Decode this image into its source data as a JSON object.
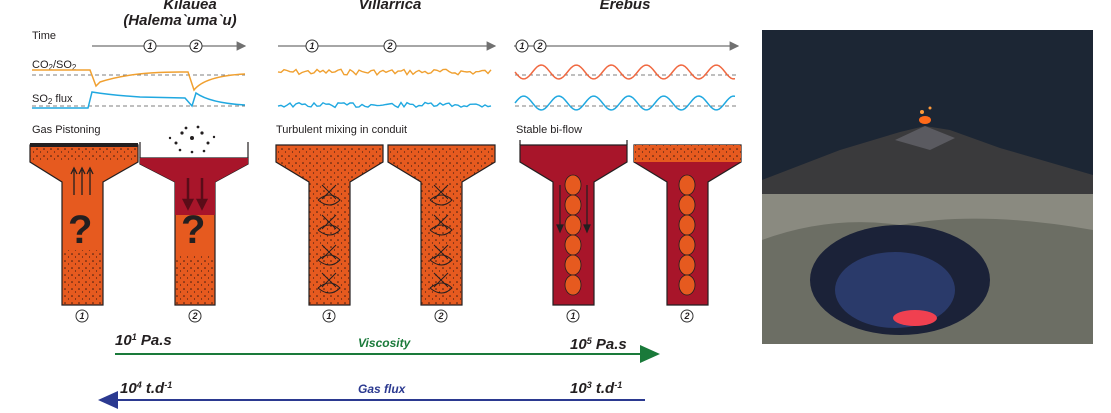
{
  "volcanoes": {
    "kilauea": {
      "title": "Kilauea",
      "subtitle": "(Halema`uma`u)"
    },
    "villarrica": {
      "title": "Villarrica"
    },
    "erebus": {
      "title": "Erebus"
    }
  },
  "rows": {
    "time": "Time",
    "co2_so2": {
      "main": "CO",
      "sub1": "2",
      "mid": "/SO",
      "sub2": "2"
    },
    "so2_flux": {
      "main": "SO",
      "sub": "2",
      "rest": " flux"
    }
  },
  "mechanisms": {
    "kilauea": "Gas Pistoning",
    "villarrica": "Turbulent mixing in conduit",
    "erebus": "Stable bi-flow"
  },
  "markers": [
    "1",
    "2"
  ],
  "unknown_mark": "?",
  "scales": {
    "viscosity": {
      "label": "Viscosity",
      "left_base": "10",
      "left_exp": "1",
      "left_unit": " Pa.s",
      "right_base": "10",
      "right_exp": "5",
      "right_unit": " Pa.s"
    },
    "gas_flux": {
      "label": "Gas flux",
      "left_base": "10",
      "left_exp": "4",
      "left_unit": " t.d",
      "left_unit_exp": "-1",
      "right_base": "10",
      "right_exp": "3",
      "right_unit": " t.d",
      "right_unit_exp": "-1"
    }
  },
  "colors": {
    "magma_orange": "#e65a1f",
    "magma_dark": "#a8152a",
    "co2_line": "#f0a030",
    "so2_line": "#20a8e0",
    "erebus_co2": "#f06840",
    "viscosity_arrow": "#1a7a3a",
    "gasflux_arrow": "#2b3990"
  }
}
